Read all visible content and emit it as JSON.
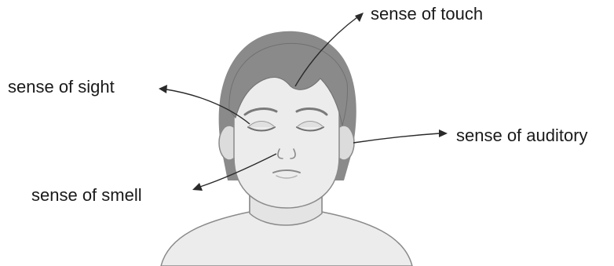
{
  "labels": {
    "touch": "sense of touch",
    "sight": "sense of sight",
    "auditory": "sense of auditory",
    "smell": "sense of smell"
  },
  "colors": {
    "hair": "#8a8a8a",
    "hair_dark": "#6e6e6e",
    "skin": "#e9e9e9",
    "skin_shadow": "#d6d6d6",
    "outline": "#7a7a7a",
    "arrow": "#2a2a2a",
    "text": "#1a1a1a"
  }
}
